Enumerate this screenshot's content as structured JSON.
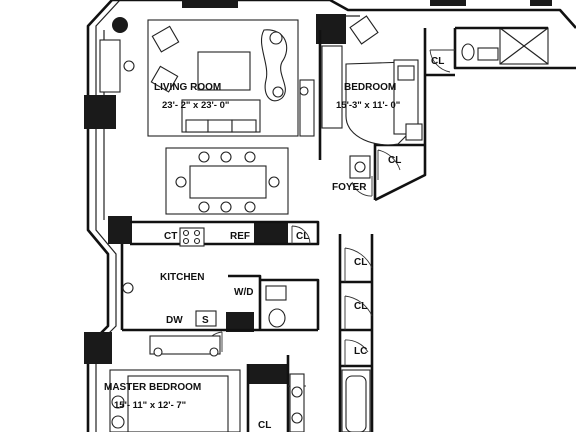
{
  "rooms": {
    "living_room": {
      "name": "LIVING ROOM",
      "dimensions": "23'- 2\" x 23'- 0\""
    },
    "bedroom": {
      "name": "BEDROOM",
      "dimensions": "15'-3\" x 11'- 0\""
    },
    "foyer": {
      "name": "FOYER"
    },
    "kitchen": {
      "name": "KITCHEN"
    },
    "master_bedroom": {
      "name": "MASTER BEDROOM",
      "dimensions": "15'- 11\" x 12'- 7\""
    }
  },
  "labels": {
    "closet": "CL",
    "linen_closet": "LC",
    "cooktop": "CT",
    "refrigerator": "REF",
    "washer_dryer": "W/D",
    "dishwasher": "DW",
    "sink": "S"
  }
}
